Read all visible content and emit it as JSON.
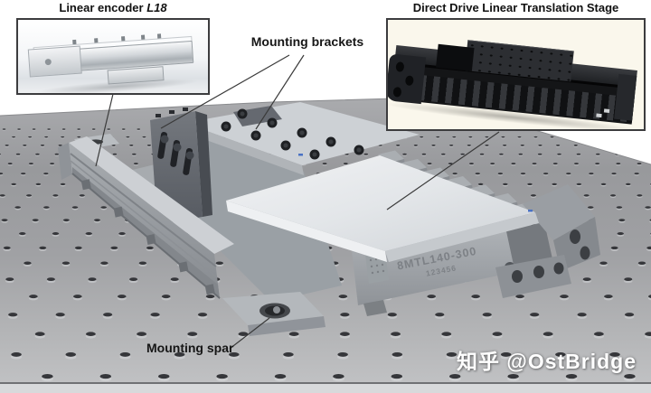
{
  "insets": {
    "encoder": {
      "title": "Linear encoder",
      "title_model": "L18"
    },
    "stage": {
      "title": "Direct Drive Linear Translation Stage"
    }
  },
  "callouts": {
    "mounting_brackets": "Mounting brackets",
    "mounting_spar": "Mounting spar"
  },
  "engraving": {
    "model": "8MTL140-300",
    "serial": "123456"
  },
  "watermark": {
    "site": "知乎",
    "handle": "@OstBridge"
  },
  "colors": {
    "background": "#ffffff",
    "table_top": "#9d9ea2",
    "table_front": "#d8d9db",
    "stage_platform": "#e9ebee",
    "stage_body": "#a2a6ab",
    "bracket": "#62666c",
    "inset_stage_bg": "#faf7ec",
    "leader_line": "#3a3a3a",
    "watermark_text": "#ffffff"
  }
}
